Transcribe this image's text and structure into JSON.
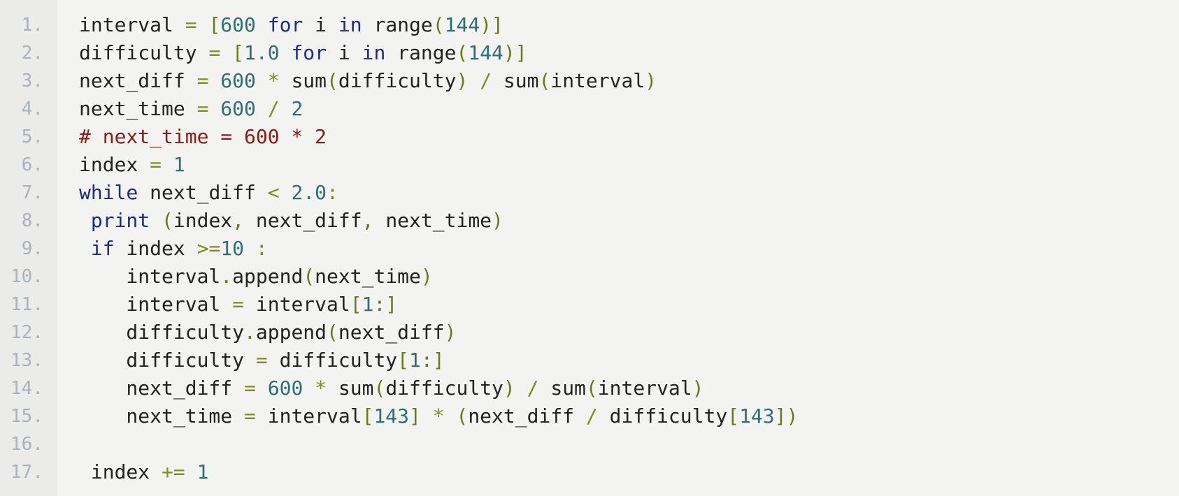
{
  "colors": {
    "background": "#f3f3f2",
    "gutter": "#ebebea",
    "line_number": "#aab2bc",
    "text": "#222222",
    "keyword": "#1c2a8a",
    "number": "#2e6f74",
    "operator": "#7f8d1b",
    "comment": "#8d1a14"
  },
  "editor": {
    "lines": [
      {
        "number": "1.",
        "tokens": [
          {
            "t": "interval ",
            "k": "txt"
          },
          {
            "t": "=",
            "k": "op"
          },
          {
            "t": " ",
            "k": "txt"
          },
          {
            "t": "[",
            "k": "punc"
          },
          {
            "t": "600",
            "k": "num"
          },
          {
            "t": " ",
            "k": "txt"
          },
          {
            "t": "for",
            "k": "kw"
          },
          {
            "t": " i ",
            "k": "txt"
          },
          {
            "t": "in",
            "k": "kw"
          },
          {
            "t": " range",
            "k": "txt"
          },
          {
            "t": "(",
            "k": "punc"
          },
          {
            "t": "144",
            "k": "num"
          },
          {
            "t": ")]",
            "k": "punc"
          }
        ]
      },
      {
        "number": "2.",
        "tokens": [
          {
            "t": "difficulty ",
            "k": "txt"
          },
          {
            "t": "=",
            "k": "op"
          },
          {
            "t": " ",
            "k": "txt"
          },
          {
            "t": "[",
            "k": "punc"
          },
          {
            "t": "1.0",
            "k": "num"
          },
          {
            "t": " ",
            "k": "txt"
          },
          {
            "t": "for",
            "k": "kw"
          },
          {
            "t": " i ",
            "k": "txt"
          },
          {
            "t": "in",
            "k": "kw"
          },
          {
            "t": " range",
            "k": "txt"
          },
          {
            "t": "(",
            "k": "punc"
          },
          {
            "t": "144",
            "k": "num"
          },
          {
            "t": ")]",
            "k": "punc"
          }
        ]
      },
      {
        "number": "3.",
        "tokens": [
          {
            "t": "next_diff ",
            "k": "txt"
          },
          {
            "t": "=",
            "k": "op"
          },
          {
            "t": " ",
            "k": "txt"
          },
          {
            "t": "600",
            "k": "num"
          },
          {
            "t": " ",
            "k": "txt"
          },
          {
            "t": "*",
            "k": "op"
          },
          {
            "t": " sum",
            "k": "txt"
          },
          {
            "t": "(",
            "k": "punc"
          },
          {
            "t": "difficulty",
            "k": "txt"
          },
          {
            "t": ")",
            "k": "punc"
          },
          {
            "t": " ",
            "k": "txt"
          },
          {
            "t": "/",
            "k": "op"
          },
          {
            "t": " sum",
            "k": "txt"
          },
          {
            "t": "(",
            "k": "punc"
          },
          {
            "t": "interval",
            "k": "txt"
          },
          {
            "t": ")",
            "k": "punc"
          }
        ]
      },
      {
        "number": "4.",
        "tokens": [
          {
            "t": "next_time ",
            "k": "txt"
          },
          {
            "t": "=",
            "k": "op"
          },
          {
            "t": " ",
            "k": "txt"
          },
          {
            "t": "600",
            "k": "num"
          },
          {
            "t": " ",
            "k": "txt"
          },
          {
            "t": "/",
            "k": "op"
          },
          {
            "t": " ",
            "k": "txt"
          },
          {
            "t": "2",
            "k": "num"
          }
        ]
      },
      {
        "number": "5.",
        "tokens": [
          {
            "t": "# next_time = 600 * 2",
            "k": "cm"
          }
        ]
      },
      {
        "number": "6.",
        "tokens": [
          {
            "t": "index ",
            "k": "txt"
          },
          {
            "t": "=",
            "k": "op"
          },
          {
            "t": " ",
            "k": "txt"
          },
          {
            "t": "1",
            "k": "num"
          }
        ]
      },
      {
        "number": "7.",
        "tokens": [
          {
            "t": "while",
            "k": "kw"
          },
          {
            "t": " next_diff ",
            "k": "txt"
          },
          {
            "t": "<",
            "k": "op"
          },
          {
            "t": " ",
            "k": "txt"
          },
          {
            "t": "2.0",
            "k": "num"
          },
          {
            "t": ":",
            "k": "op"
          }
        ]
      },
      {
        "number": "8.",
        "tokens": [
          {
            "t": " ",
            "k": "txt"
          },
          {
            "t": "print",
            "k": "kw"
          },
          {
            "t": " ",
            "k": "txt"
          },
          {
            "t": "(",
            "k": "punc"
          },
          {
            "t": "index",
            "k": "txt"
          },
          {
            "t": ",",
            "k": "punc"
          },
          {
            "t": " next_diff",
            "k": "txt"
          },
          {
            "t": ",",
            "k": "punc"
          },
          {
            "t": " next_time",
            "k": "txt"
          },
          {
            "t": ")",
            "k": "punc"
          }
        ]
      },
      {
        "number": "9.",
        "tokens": [
          {
            "t": " ",
            "k": "txt"
          },
          {
            "t": "if",
            "k": "kw"
          },
          {
            "t": " index ",
            "k": "txt"
          },
          {
            "t": ">=",
            "k": "op"
          },
          {
            "t": "10",
            "k": "num"
          },
          {
            "t": " ",
            "k": "txt"
          },
          {
            "t": ":",
            "k": "op"
          }
        ]
      },
      {
        "number": "10.",
        "tokens": [
          {
            "t": "    interval",
            "k": "txt"
          },
          {
            "t": ".",
            "k": "punc"
          },
          {
            "t": "append",
            "k": "txt"
          },
          {
            "t": "(",
            "k": "punc"
          },
          {
            "t": "next_time",
            "k": "txt"
          },
          {
            "t": ")",
            "k": "punc"
          }
        ]
      },
      {
        "number": "11.",
        "tokens": [
          {
            "t": "    interval ",
            "k": "txt"
          },
          {
            "t": "=",
            "k": "op"
          },
          {
            "t": " interval",
            "k": "txt"
          },
          {
            "t": "[",
            "k": "punc"
          },
          {
            "t": "1",
            "k": "num"
          },
          {
            "t": ":]",
            "k": "punc"
          }
        ]
      },
      {
        "number": "12.",
        "tokens": [
          {
            "t": "    difficulty",
            "k": "txt"
          },
          {
            "t": ".",
            "k": "punc"
          },
          {
            "t": "append",
            "k": "txt"
          },
          {
            "t": "(",
            "k": "punc"
          },
          {
            "t": "next_diff",
            "k": "txt"
          },
          {
            "t": ")",
            "k": "punc"
          }
        ]
      },
      {
        "number": "13.",
        "tokens": [
          {
            "t": "    difficulty ",
            "k": "txt"
          },
          {
            "t": "=",
            "k": "op"
          },
          {
            "t": " difficulty",
            "k": "txt"
          },
          {
            "t": "[",
            "k": "punc"
          },
          {
            "t": "1",
            "k": "num"
          },
          {
            "t": ":]",
            "k": "punc"
          }
        ]
      },
      {
        "number": "14.",
        "tokens": [
          {
            "t": "    next_diff ",
            "k": "txt"
          },
          {
            "t": "=",
            "k": "op"
          },
          {
            "t": " ",
            "k": "txt"
          },
          {
            "t": "600",
            "k": "num"
          },
          {
            "t": " ",
            "k": "txt"
          },
          {
            "t": "*",
            "k": "op"
          },
          {
            "t": " sum",
            "k": "txt"
          },
          {
            "t": "(",
            "k": "punc"
          },
          {
            "t": "difficulty",
            "k": "txt"
          },
          {
            "t": ")",
            "k": "punc"
          },
          {
            "t": " ",
            "k": "txt"
          },
          {
            "t": "/",
            "k": "op"
          },
          {
            "t": " sum",
            "k": "txt"
          },
          {
            "t": "(",
            "k": "punc"
          },
          {
            "t": "interval",
            "k": "txt"
          },
          {
            "t": ")",
            "k": "punc"
          }
        ]
      },
      {
        "number": "15.",
        "tokens": [
          {
            "t": "    next_time ",
            "k": "txt"
          },
          {
            "t": "=",
            "k": "op"
          },
          {
            "t": " interval",
            "k": "txt"
          },
          {
            "t": "[",
            "k": "punc"
          },
          {
            "t": "143",
            "k": "num"
          },
          {
            "t": "]",
            "k": "punc"
          },
          {
            "t": " ",
            "k": "txt"
          },
          {
            "t": "*",
            "k": "op"
          },
          {
            "t": " ",
            "k": "txt"
          },
          {
            "t": "(",
            "k": "punc"
          },
          {
            "t": "next_diff ",
            "k": "txt"
          },
          {
            "t": "/",
            "k": "op"
          },
          {
            "t": " difficulty",
            "k": "txt"
          },
          {
            "t": "[",
            "k": "punc"
          },
          {
            "t": "143",
            "k": "num"
          },
          {
            "t": "])",
            "k": "punc"
          }
        ]
      },
      {
        "number": "16.",
        "tokens": []
      },
      {
        "number": "17.",
        "tokens": [
          {
            "t": " index ",
            "k": "txt"
          },
          {
            "t": "+=",
            "k": "op"
          },
          {
            "t": " ",
            "k": "txt"
          },
          {
            "t": "1",
            "k": "num"
          }
        ]
      }
    ]
  }
}
